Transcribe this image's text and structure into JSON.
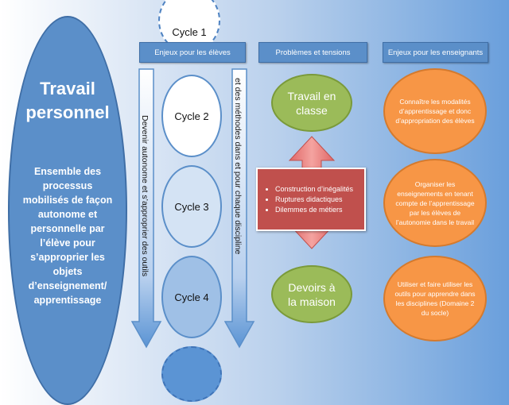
{
  "main": {
    "title_line1": "Travail",
    "title_line2": "personnel",
    "description": "Ensemble des processus mobilisés de façon autonome et personnelle par l’élève pour s’approprier les objets d’enseignement/ apprentissage"
  },
  "headers": {
    "students": "Enjeux pour les élèves",
    "problems": "Problèmes et tensions",
    "teachers": "Enjeux pour les enseignants"
  },
  "cycles": [
    "Cycle 1",
    "Cycle 2",
    "Cycle 3",
    "Cycle 4"
  ],
  "arrows": {
    "left_text": "Devenir autonome et s’approprier des outils",
    "right_text": "et des méthodes dans et pour chaque discipline"
  },
  "problems": {
    "top": "Travail en classe",
    "bottom": "Devoirs à la maison",
    "bullets": [
      "Construction  d’inégalités",
      "Ruptures didactiques",
      "Dilemmes de métiers"
    ]
  },
  "teachers": [
    "Connaître les modalités d’apprentissage et donc d’appropriation des élèves",
    "Organiser les enseignements en tenant compte de l’apprentissage par les élèves de l’autonomie dans le travail",
    "Utiliser et faire utiliser les outils pour apprendre dans les disciplines (Domaine 2 du socle)"
  ],
  "colors": {
    "blue": "#5b8fc9",
    "green": "#9bbb59",
    "orange": "#f79646",
    "red": "#c0504d"
  }
}
